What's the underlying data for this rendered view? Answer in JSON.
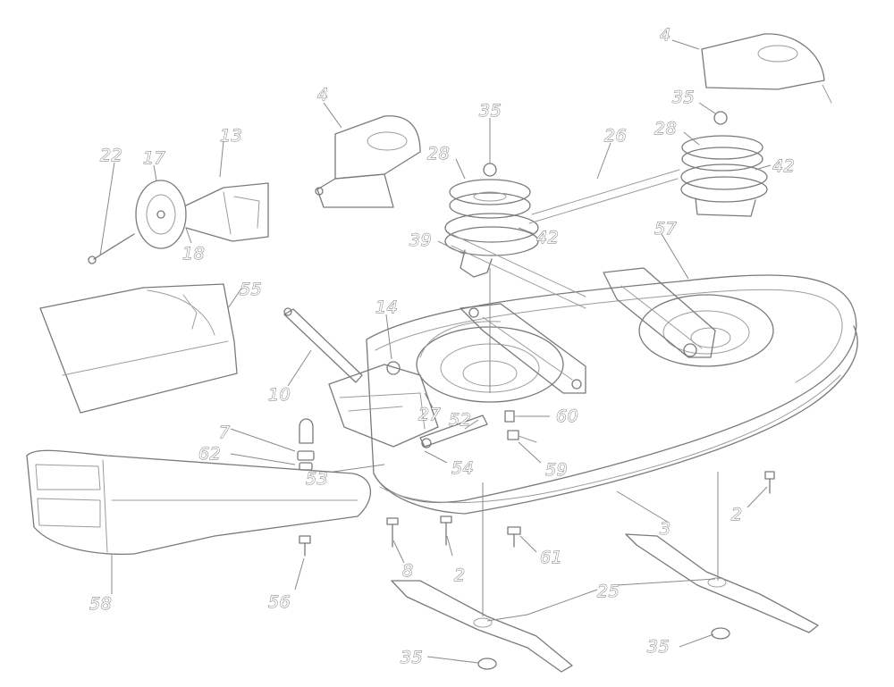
{
  "diagram": {
    "callouts": [
      {
        "id": "c4-top",
        "text": "4"
      },
      {
        "id": "c4-left",
        "text": "4"
      },
      {
        "id": "c35-a",
        "text": "35"
      },
      {
        "id": "c35-b",
        "text": "35"
      },
      {
        "id": "c28-a",
        "text": "28"
      },
      {
        "id": "c28-b",
        "text": "28"
      },
      {
        "id": "c26",
        "text": "26"
      },
      {
        "id": "c42-a",
        "text": "42"
      },
      {
        "id": "c42-b",
        "text": "42"
      },
      {
        "id": "c22",
        "text": "22"
      },
      {
        "id": "c17",
        "text": "17"
      },
      {
        "id": "c13",
        "text": "13"
      },
      {
        "id": "c18",
        "text": "18"
      },
      {
        "id": "c39",
        "text": "39"
      },
      {
        "id": "c57",
        "text": "57"
      },
      {
        "id": "c55",
        "text": "55"
      },
      {
        "id": "c14",
        "text": "14"
      },
      {
        "id": "c10",
        "text": "10"
      },
      {
        "id": "c27",
        "text": "27"
      },
      {
        "id": "c52",
        "text": "52"
      },
      {
        "id": "c60",
        "text": "60"
      },
      {
        "id": "c59",
        "text": "59"
      },
      {
        "id": "c7",
        "text": "7"
      },
      {
        "id": "c62",
        "text": "62"
      },
      {
        "id": "c53",
        "text": "53"
      },
      {
        "id": "c54",
        "text": "54"
      },
      {
        "id": "c2-right",
        "text": "2"
      },
      {
        "id": "c3",
        "text": "3"
      },
      {
        "id": "c61",
        "text": "61"
      },
      {
        "id": "c8",
        "text": "8"
      },
      {
        "id": "c2-mid",
        "text": "2"
      },
      {
        "id": "c25",
        "text": "25"
      },
      {
        "id": "c58",
        "text": "58"
      },
      {
        "id": "c56",
        "text": "56"
      },
      {
        "id": "c35-c",
        "text": "35"
      },
      {
        "id": "c35-d",
        "text": "35"
      }
    ]
  }
}
